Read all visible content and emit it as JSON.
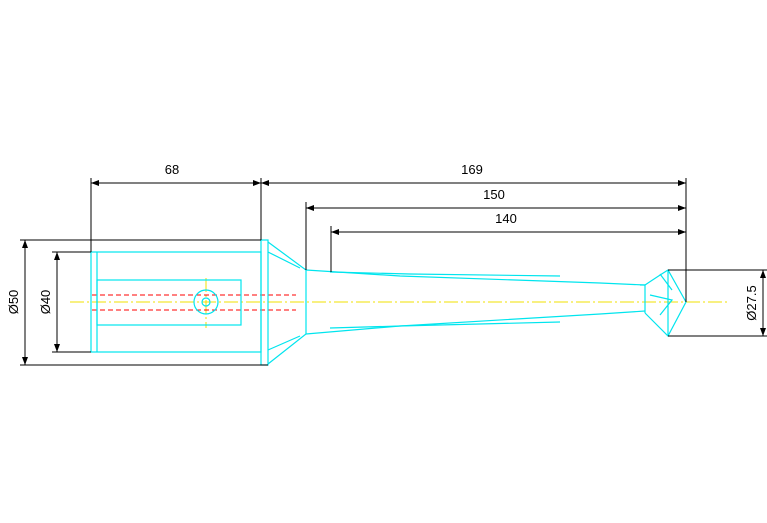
{
  "drawing": {
    "dimensions": {
      "shank_length": "68",
      "overall_length": "169",
      "flute_length": "150",
      "drill_depth": "140",
      "flange_diameter": "Ø50",
      "shank_diameter": "Ø40",
      "drill_diameter": "Ø27.5"
    },
    "colors": {
      "outline": "#00e5ee",
      "centerline": "#f0e000",
      "hidden_line": "#ff0000",
      "dimension": "#000000"
    }
  }
}
